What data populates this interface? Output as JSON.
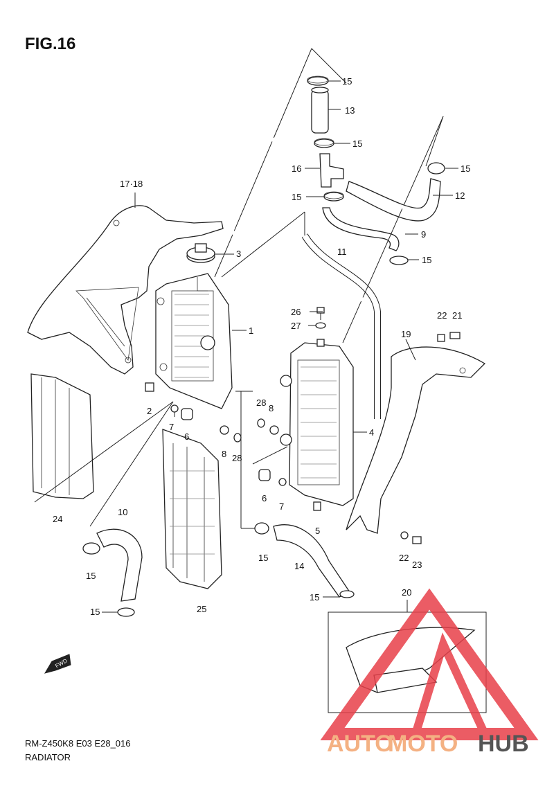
{
  "figure": {
    "title": "FIG.16",
    "model_code": "RM-Z450K8 E03 E28_016",
    "section": "RADIATOR"
  },
  "callouts": [
    {
      "id": "c15a",
      "label": "15"
    },
    {
      "id": "c13",
      "label": "13"
    },
    {
      "id": "c15b",
      "label": "15"
    },
    {
      "id": "c16",
      "label": "16"
    },
    {
      "id": "c15c",
      "label": "15"
    },
    {
      "id": "c12",
      "label": "12"
    },
    {
      "id": "c15d",
      "label": "15"
    },
    {
      "id": "c9",
      "label": "9"
    },
    {
      "id": "c15e",
      "label": "15"
    },
    {
      "id": "c1718",
      "label": "17·18"
    },
    {
      "id": "c3",
      "label": "3"
    },
    {
      "id": "c11",
      "label": "11"
    },
    {
      "id": "c1",
      "label": "1"
    },
    {
      "id": "c26",
      "label": "26"
    },
    {
      "id": "c27",
      "label": "27"
    },
    {
      "id": "c22a",
      "label": "22"
    },
    {
      "id": "c21",
      "label": "21"
    },
    {
      "id": "c19",
      "label": "19"
    },
    {
      "id": "c2",
      "label": "2"
    },
    {
      "id": "c7a",
      "label": "7"
    },
    {
      "id": "c6a",
      "label": "6"
    },
    {
      "id": "c28a",
      "label": "28"
    },
    {
      "id": "c8a",
      "label": "8"
    },
    {
      "id": "c8b",
      "label": "8"
    },
    {
      "id": "c28b",
      "label": "28"
    },
    {
      "id": "c4",
      "label": "4"
    },
    {
      "id": "c6b",
      "label": "6"
    },
    {
      "id": "c7b",
      "label": "7"
    },
    {
      "id": "c24",
      "label": "24"
    },
    {
      "id": "c10",
      "label": "10"
    },
    {
      "id": "c5",
      "label": "5"
    },
    {
      "id": "c15f",
      "label": "15"
    },
    {
      "id": "c22b",
      "label": "22"
    },
    {
      "id": "c23",
      "label": "23"
    },
    {
      "id": "c15g",
      "label": "15"
    },
    {
      "id": "c14",
      "label": "14"
    },
    {
      "id": "c25",
      "label": "25"
    },
    {
      "id": "c15h",
      "label": "15"
    },
    {
      "id": "c15i",
      "label": "15"
    },
    {
      "id": "c20",
      "label": "20"
    }
  ],
  "fwd_arrow": {
    "label": "FWD"
  },
  "watermark": {
    "part1": "AUTO",
    "part2": "MOTO",
    "part3": "HUB",
    "color1": "#f4b183",
    "color2": "#555555",
    "logo_color": "#e8404a"
  }
}
